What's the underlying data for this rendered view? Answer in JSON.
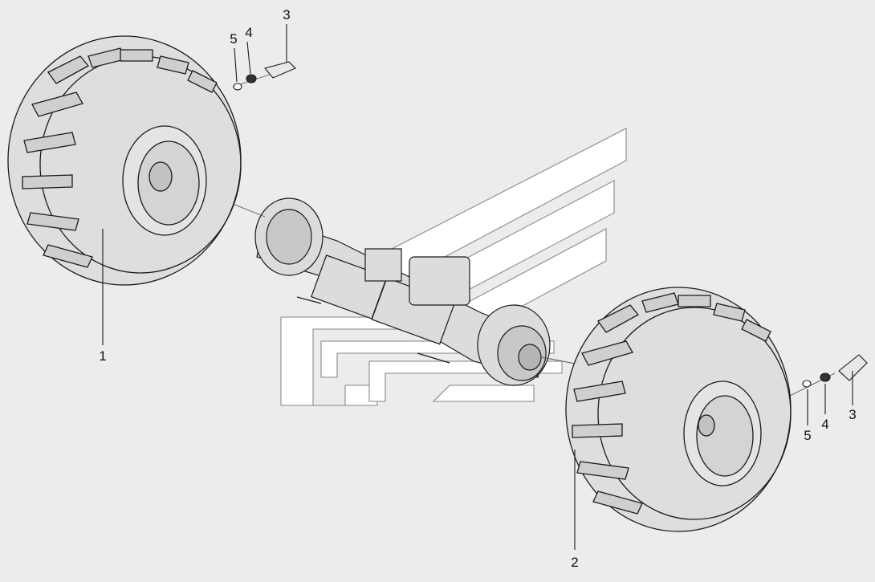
{
  "colors": {
    "background": "#ececec",
    "line": "#1a1a1a",
    "part_fill": "#dcdcdc",
    "watermark": "#ffffff"
  },
  "callouts": {
    "left_tire": "1",
    "right_tire": "2",
    "left_valve_cap": "3",
    "left_valve_nut": "4",
    "left_valve_washer": "5",
    "right_valve_cap": "3",
    "right_valve_nut": "4",
    "right_valve_washer": "5"
  },
  "icons": {
    "watermark": "chevron-logo-watermark"
  }
}
